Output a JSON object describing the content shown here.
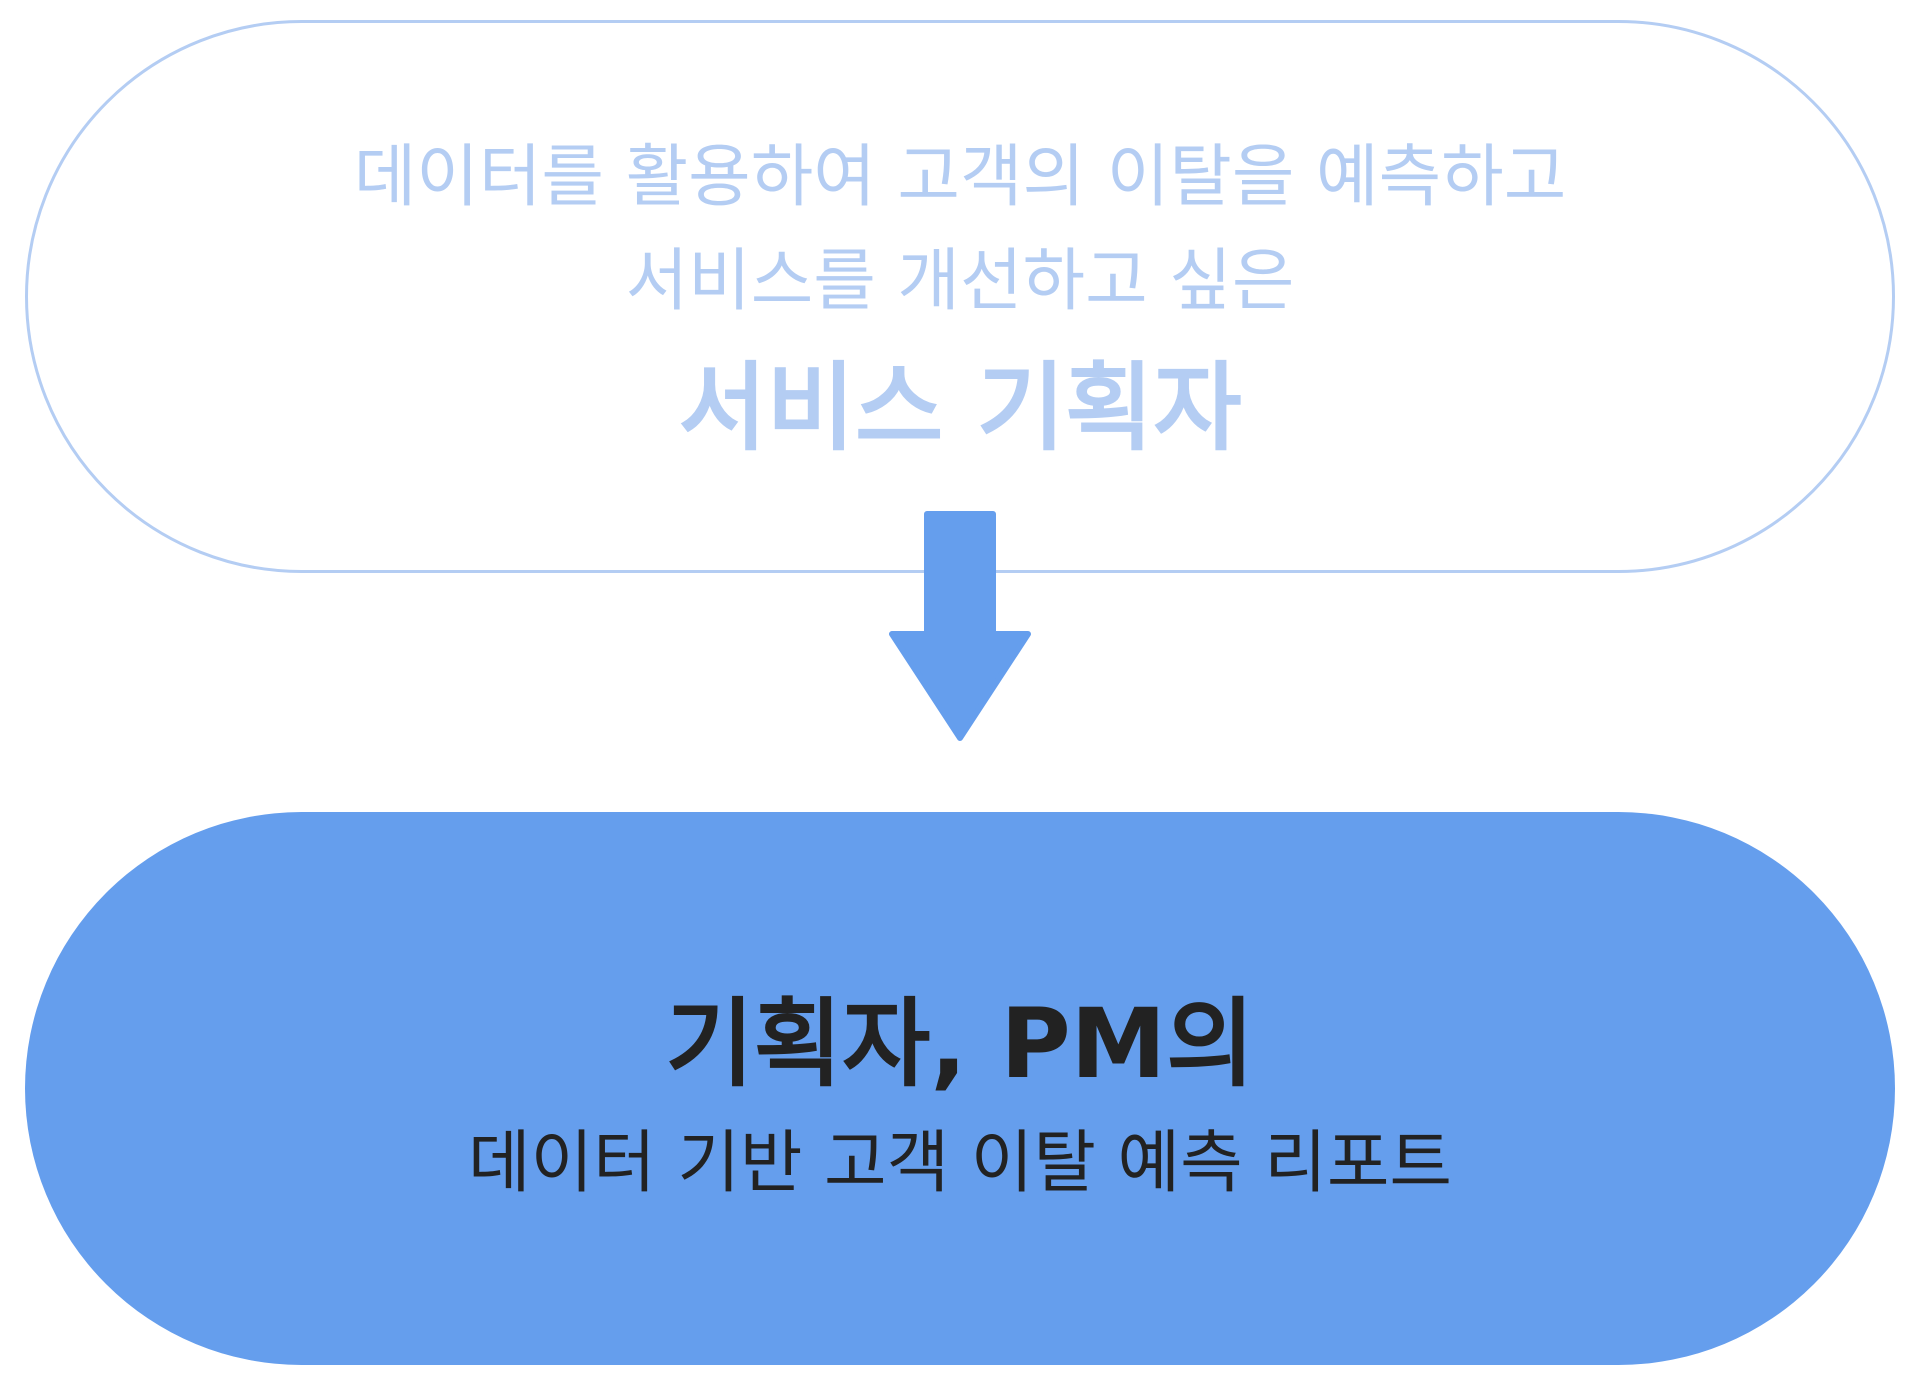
{
  "top_box": {
    "line1": "데이터를 활용하여 고객의 이탈을 예측하고",
    "line2": "서비스를 개선하고 싶은",
    "role": "서비스 기획자"
  },
  "bottom_box": {
    "title": "기획자, PM의",
    "subtitle": "데이터 기반 고객 이탈 예측 리포트"
  },
  "colors": {
    "light_blue": "#b4cdf3",
    "accent_blue": "#659eed",
    "dark_text": "#222222"
  },
  "icons": {
    "arrow": "arrow-down-icon"
  }
}
